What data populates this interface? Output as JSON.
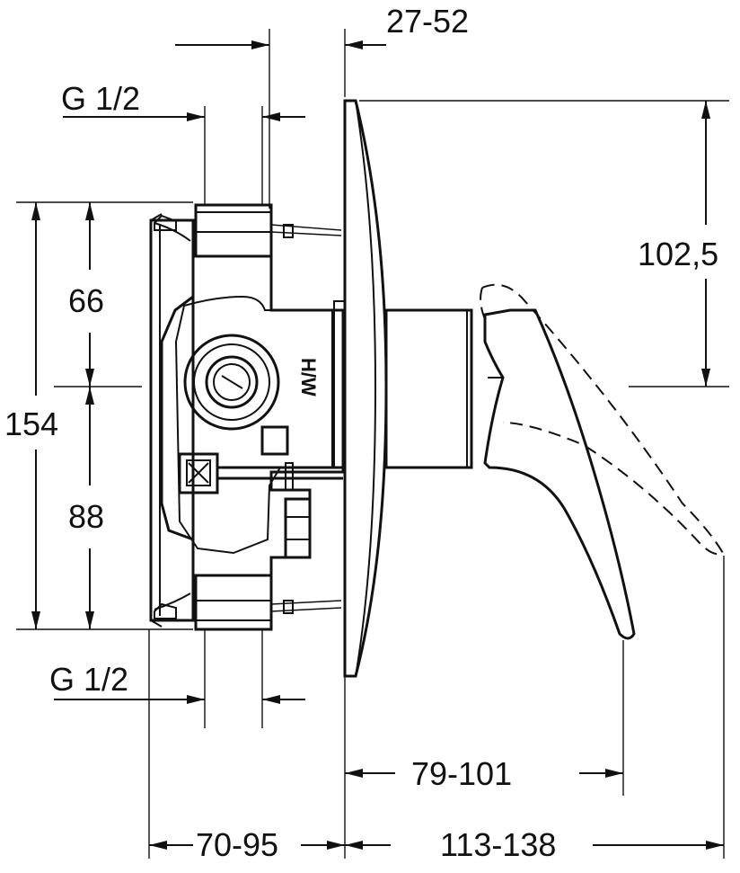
{
  "dimensions": {
    "top_offset": "27-52",
    "thread_top": "G 1/2",
    "thread_bottom": "G 1/2",
    "height_upper": "66",
    "height_total": "154",
    "height_lower": "88",
    "plate_to_handle": "102,5",
    "handle_projection": "79-101",
    "body_depth": "70-95",
    "total_projection": "113-138"
  },
  "body_marking": "H/W"
}
